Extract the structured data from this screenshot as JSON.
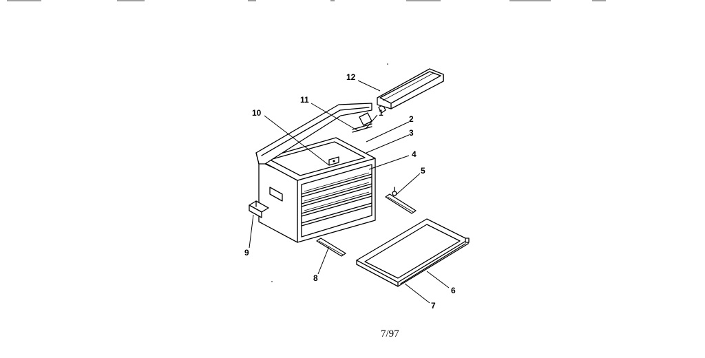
{
  "callouts": [
    {
      "label": "1"
    },
    {
      "label": "2"
    },
    {
      "label": "3"
    },
    {
      "label": "4"
    },
    {
      "label": "5"
    },
    {
      "label": "6"
    },
    {
      "label": "7"
    },
    {
      "label": "8"
    },
    {
      "label": "9"
    },
    {
      "label": "10"
    },
    {
      "label": "11"
    },
    {
      "label": "12"
    }
  ],
  "footer": {
    "date_code": "7/97"
  }
}
